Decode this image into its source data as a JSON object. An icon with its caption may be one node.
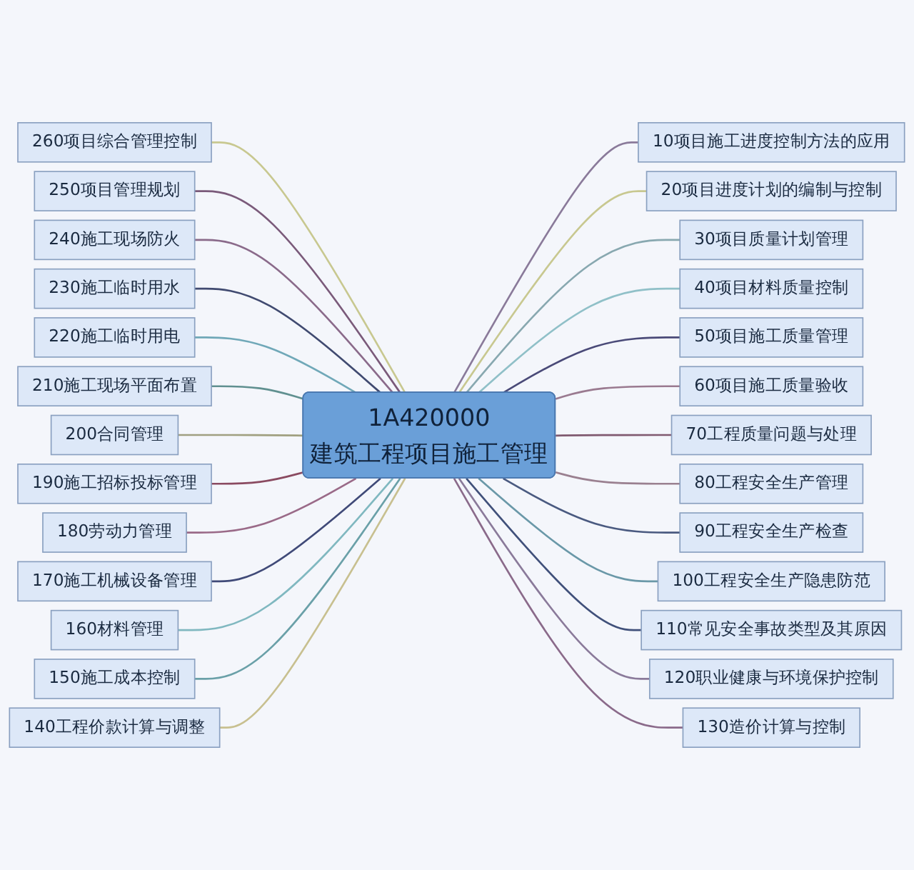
{
  "diagram": {
    "nodes": [
      {
        "text": [
          "1A420000",
          "建筑工程项目施工管理"
        ]
      },
      {
        "text": [
          "10项目施工进度控制方法的应用"
        ]
      },
      {
        "text": [
          "20项目进度计划的编制与控制"
        ]
      },
      {
        "text": [
          "30项目质量计划管理"
        ]
      },
      {
        "text": [
          "40项目材料质量控制"
        ]
      },
      {
        "text": [
          "50项目施工质量管理"
        ]
      },
      {
        "text": [
          "60项目施工质量验收"
        ]
      },
      {
        "text": [
          "70工程质量问题与处理"
        ]
      },
      {
        "text": [
          "80工程安全生产管理"
        ]
      },
      {
        "text": [
          "90工程安全生产检查"
        ]
      },
      {
        "text": [
          "100工程安全生产隐患防范"
        ]
      },
      {
        "text": [
          "110常见安全事故类型及其原因"
        ]
      },
      {
        "text": [
          "120职业健康与环境保护控制"
        ]
      },
      {
        "text": [
          "130造价计算与控制"
        ]
      },
      {
        "text": [
          "140工程价款计算与调整"
        ]
      },
      {
        "text": [
          "150施工成本控制"
        ]
      },
      {
        "text": [
          "160材料管理"
        ]
      },
      {
        "text": [
          "170施工机械设备管理"
        ]
      },
      {
        "text": [
          "180劳动力管理"
        ]
      },
      {
        "text": [
          "190施工招标投标管理"
        ]
      },
      {
        "text": [
          "200合同管理"
        ]
      },
      {
        "text": [
          "210施工现场平面布置"
        ]
      },
      {
        "text": [
          "220施工临时用电"
        ]
      },
      {
        "text": [
          "230施工临时用水"
        ]
      },
      {
        "text": [
          "240施工现场防火"
        ]
      },
      {
        "text": [
          "250项目管理规划"
        ]
      },
      {
        "text": [
          "260项目综合管理控制"
        ]
      }
    ],
    "edges": [
      {
        "from": 0,
        "to": 1,
        "arrow": "none",
        "color": "#8a7a9a"
      },
      {
        "from": 0,
        "to": 2,
        "arrow": "none",
        "color": "#c8c890"
      },
      {
        "from": 0,
        "to": 3,
        "arrow": "none",
        "color": "#88a8b0"
      },
      {
        "from": 0,
        "to": 4,
        "arrow": "none",
        "color": "#90c0c8"
      },
      {
        "from": 0,
        "to": 5,
        "arrow": "none",
        "color": "#4a4a78"
      },
      {
        "from": 0,
        "to": 6,
        "arrow": "none",
        "color": "#9a7a90"
      },
      {
        "from": 0,
        "to": 7,
        "arrow": "none",
        "color": "#805a70"
      },
      {
        "from": 0,
        "to": 8,
        "arrow": "none",
        "color": "#9a8090"
      },
      {
        "from": 0,
        "to": 9,
        "arrow": "none",
        "color": "#4a5a80"
      },
      {
        "from": 0,
        "to": 10,
        "arrow": "none",
        "color": "#6a98a8"
      },
      {
        "from": 0,
        "to": 11,
        "arrow": "none",
        "color": "#40507a"
      },
      {
        "from": 0,
        "to": 12,
        "arrow": "none",
        "color": "#8a7a9a"
      },
      {
        "from": 0,
        "to": 13,
        "arrow": "none",
        "color": "#8a6a8a"
      },
      {
        "from": 26,
        "to": 0,
        "arrow": "none",
        "color": "#c8c890"
      },
      {
        "from": 25,
        "to": 0,
        "arrow": "none",
        "color": "#7a5a7a"
      },
      {
        "from": 24,
        "to": 0,
        "arrow": "none",
        "color": "#8a6a8a"
      },
      {
        "from": 23,
        "to": 0,
        "arrow": "none",
        "color": "#404a70"
      },
      {
        "from": 22,
        "to": 0,
        "arrow": "none",
        "color": "#70a8b8"
      },
      {
        "from": 21,
        "to": 0,
        "arrow": "none",
        "color": "#609090"
      },
      {
        "from": 20,
        "to": 0,
        "arrow": "none",
        "color": "#a0a080"
      },
      {
        "from": 19,
        "to": 0,
        "arrow": "none",
        "color": "#8a4a60"
      },
      {
        "from": 18,
        "to": 0,
        "arrow": "none",
        "color": "#9a6a88"
      },
      {
        "from": 17,
        "to": 0,
        "arrow": "none",
        "color": "#404a78"
      },
      {
        "from": 16,
        "to": 0,
        "arrow": "none",
        "color": "#80b8c0"
      },
      {
        "from": 15,
        "to": 0,
        "arrow": "none",
        "color": "#6aa0a8"
      },
      {
        "from": 14,
        "to": 0,
        "arrow": "none",
        "color": "#c8c090"
      }
    ]
  }
}
